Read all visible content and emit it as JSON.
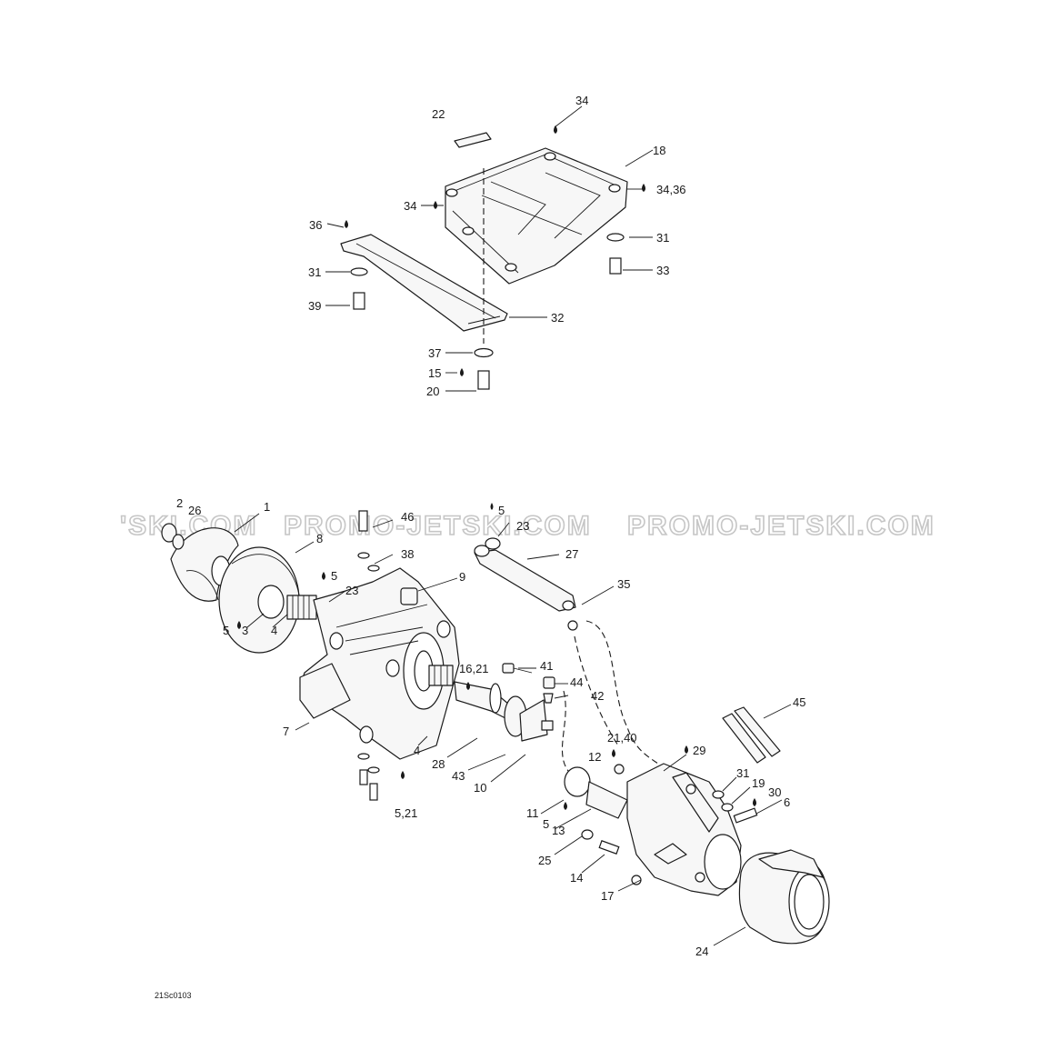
{
  "figure_code": "21Sc0103",
  "watermark": {
    "segments": [
      "'SKI.COM",
      "PROMO-JETSKI.COM",
      "PROMO-JETSKI.COM"
    ]
  },
  "callouts": {
    "c1": "1",
    "c2": "2",
    "c3": "3",
    "c4a": "4",
    "c4b": "4",
    "c5a": "5",
    "c5b": "5",
    "c5c": "5",
    "c5d": "5",
    "c5_21": "5,21",
    "c6": "6",
    "c7": "7",
    "c8": "8",
    "c9": "9",
    "c10": "10",
    "c11": "11",
    "c12": "12",
    "c13": "13",
    "c14": "14",
    "c15": "15",
    "c16_21": "16,21",
    "c17": "17",
    "c18": "18",
    "c19": "19",
    "c20": "20",
    "c21_40": "21,40",
    "c22": "22",
    "c23a": "23",
    "c23b": "23",
    "c24": "24",
    "c25": "25",
    "c26": "26",
    "c27": "27",
    "c28": "28",
    "c29": "29",
    "c30": "30",
    "c31a": "31",
    "c31b": "31",
    "c31c": "31",
    "c32": "32",
    "c33": "33",
    "c34a": "34",
    "c34b": "34",
    "c34_36": "34,36",
    "c35": "35",
    "c36": "36",
    "c37": "37",
    "c38": "38",
    "c39": "39",
    "c41": "41",
    "c42": "42",
    "c43": "43",
    "c44": "44",
    "c45": "45",
    "c46": "46"
  }
}
